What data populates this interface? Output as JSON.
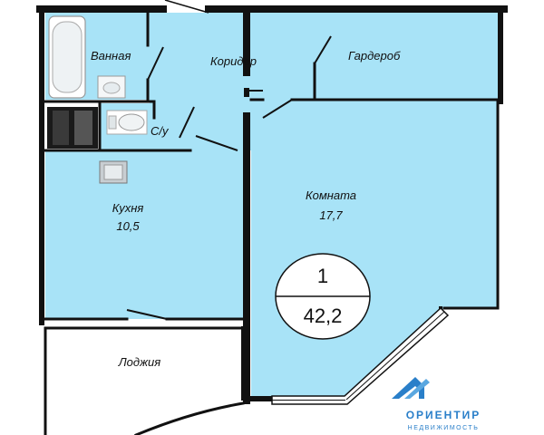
{
  "colors": {
    "room_fill": "#a8e3f7",
    "wall": "#111111",
    "brand": "#2a7fc9"
  },
  "rooms": {
    "bathroom": {
      "label": "Ванная"
    },
    "corridor": {
      "label": "Коридор"
    },
    "wardrobe": {
      "label": "Гардероб"
    },
    "toilet": {
      "label": "С/у"
    },
    "kitchen": {
      "label": "Кухня",
      "area": "10,5"
    },
    "room": {
      "label": "Комната",
      "area": "17,7"
    },
    "loggia": {
      "label": "Лоджия"
    }
  },
  "summary": {
    "rooms_count": "1",
    "total_area": "42,2"
  },
  "brand": {
    "name": "ОРИЕНТИР",
    "subtitle": "НЕДВИЖИМОСТЬ",
    "icon": "roof-logo-icon"
  }
}
